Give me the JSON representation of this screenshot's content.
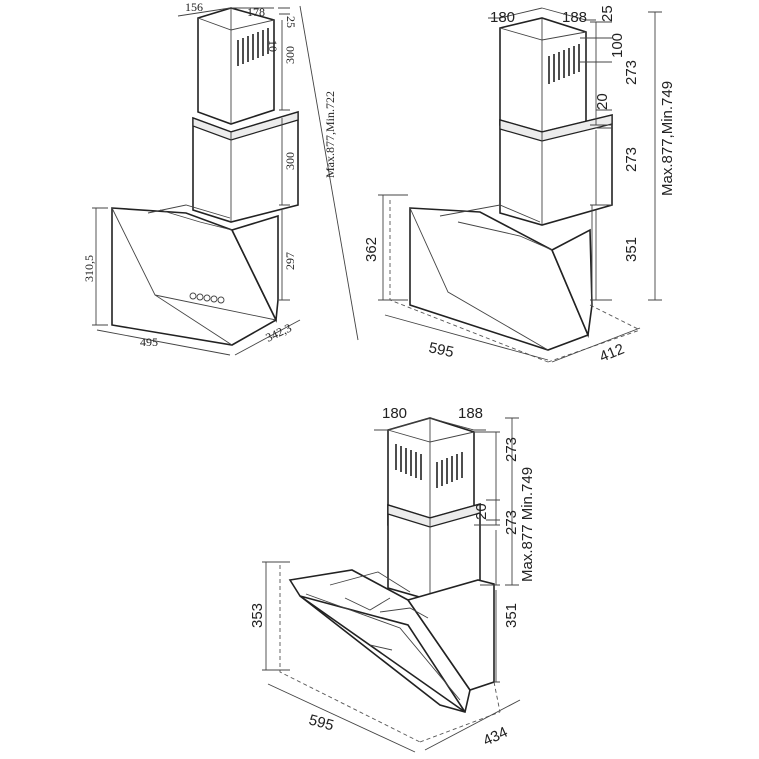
{
  "figures": [
    {
      "id": "hood-1",
      "dims": {
        "top_width": "156",
        "top_depth": "178",
        "top_small": "25",
        "vent": "10",
        "upper_height": "300",
        "middle_height": "300",
        "total": "Max.877,Min.722",
        "body_height": "310,5",
        "back_height": "297",
        "width": "495",
        "depth": "342,3"
      }
    },
    {
      "id": "hood-2",
      "dims": {
        "top_width": "180",
        "top_depth": "188",
        "top_small": "25",
        "vent": "100",
        "upper_height": "273",
        "gap": "20",
        "middle_height": "273",
        "total": "Max.877,Min.749",
        "body_height": "362",
        "back_height": "351",
        "width": "595",
        "depth": "412"
      }
    },
    {
      "id": "hood-3",
      "dims": {
        "top_width": "180",
        "top_depth": "188",
        "upper_height": "273",
        "gap": "20",
        "middle_height": "273",
        "total": "Max.877 Min.749",
        "body_height": "353",
        "back_height": "351",
        "width": "595",
        "depth": "434"
      }
    }
  ]
}
